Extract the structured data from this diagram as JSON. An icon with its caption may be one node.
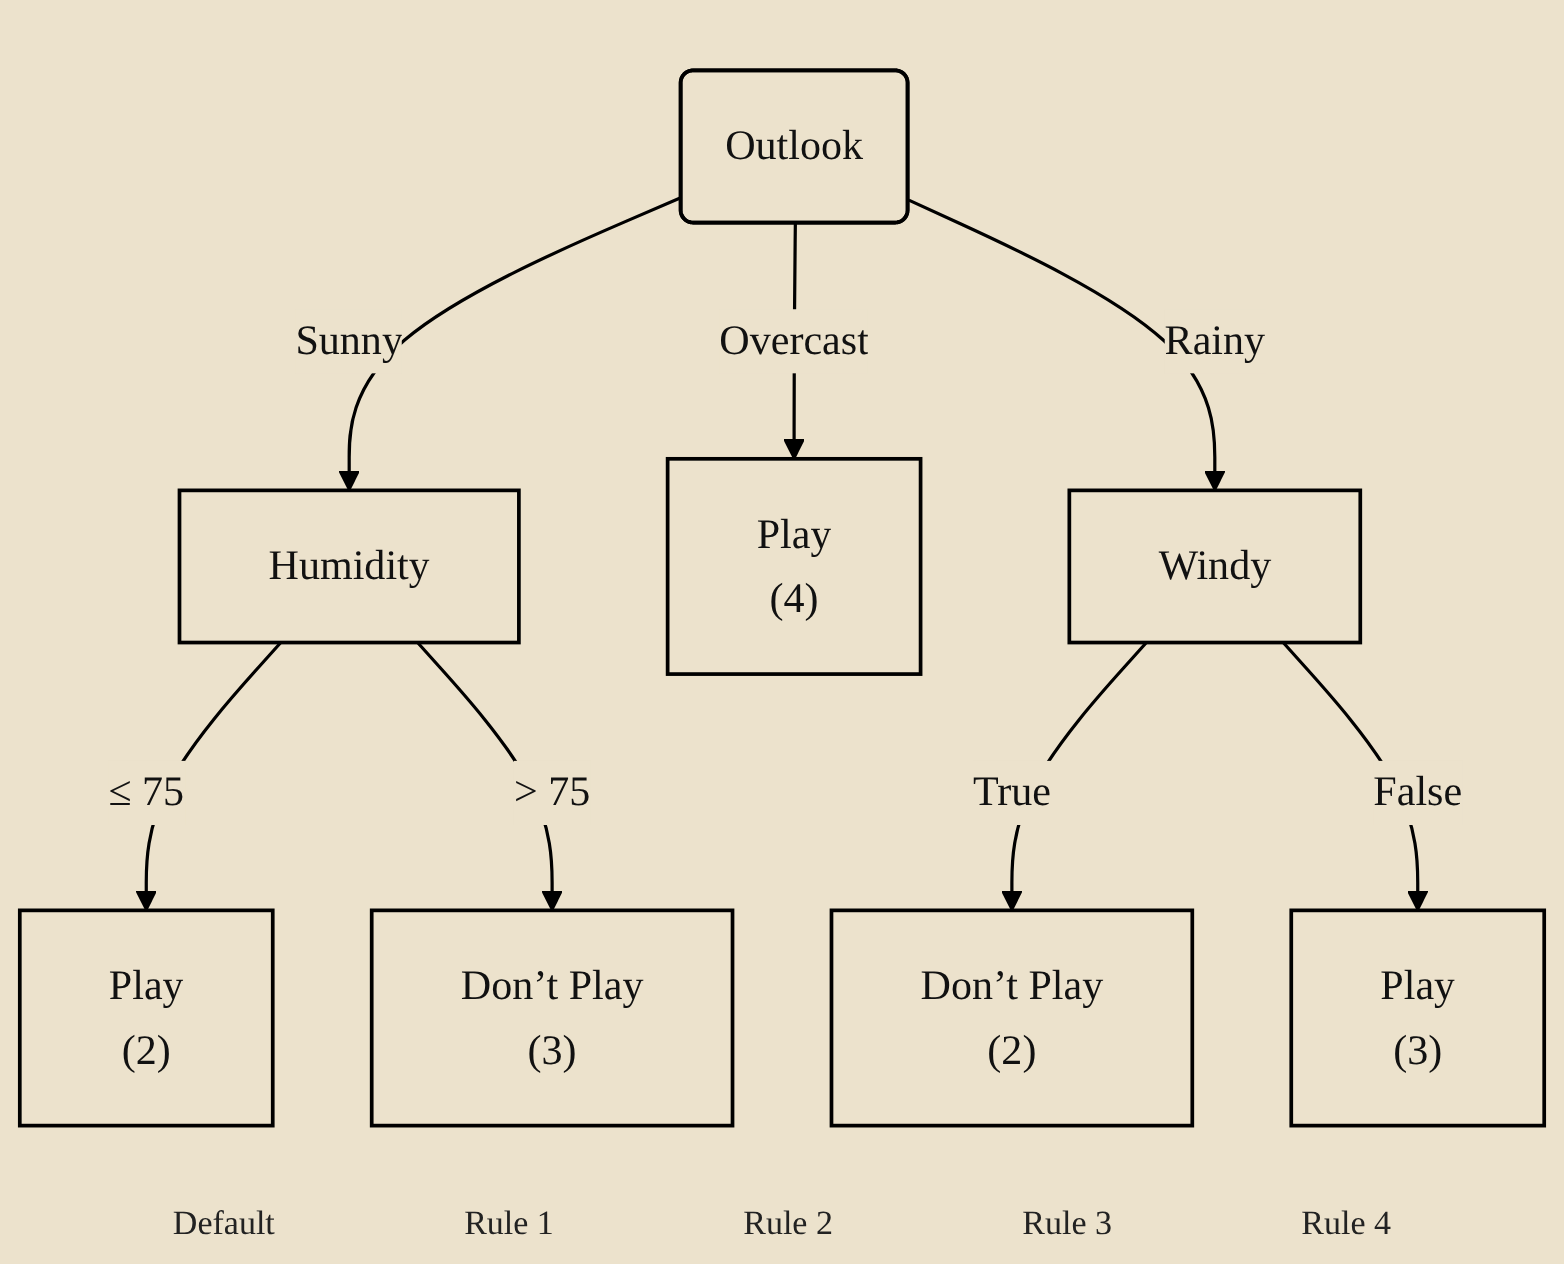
{
  "diagram": {
    "nodes": [
      {
        "text": [
          "Outlook"
        ]
      },
      {
        "text": [
          "Humidity"
        ]
      },
      {
        "text": [
          "Play",
          "(4)"
        ]
      },
      {
        "text": [
          "Windy"
        ]
      },
      {
        "text": [
          "Play",
          "(2)"
        ]
      },
      {
        "text": [
          "Don’t Play",
          "(3)"
        ]
      },
      {
        "text": [
          "Don’t Play",
          "(2)"
        ]
      },
      {
        "text": [
          "Play",
          "(3)"
        ]
      }
    ],
    "edges": [
      {
        "from": 0,
        "to": 1,
        "arrow": "to",
        "label": "Sunny"
      },
      {
        "from": 0,
        "to": 2,
        "arrow": "to",
        "label": "Overcast"
      },
      {
        "from": 0,
        "to": 3,
        "arrow": "to",
        "label": "Rainy"
      },
      {
        "from": 1,
        "to": 4,
        "arrow": "to",
        "label": "≤ 75"
      },
      {
        "from": 1,
        "to": 5,
        "arrow": "to",
        "label": "> 75"
      },
      {
        "from": 3,
        "to": 6,
        "arrow": "to",
        "label": "True"
      },
      {
        "from": 3,
        "to": 7,
        "arrow": "to",
        "label": "False"
      }
    ],
    "labels": [
      "Default",
      "Rule 1",
      "Rule 2",
      "Rule 3",
      "Rule 4"
    ]
  }
}
